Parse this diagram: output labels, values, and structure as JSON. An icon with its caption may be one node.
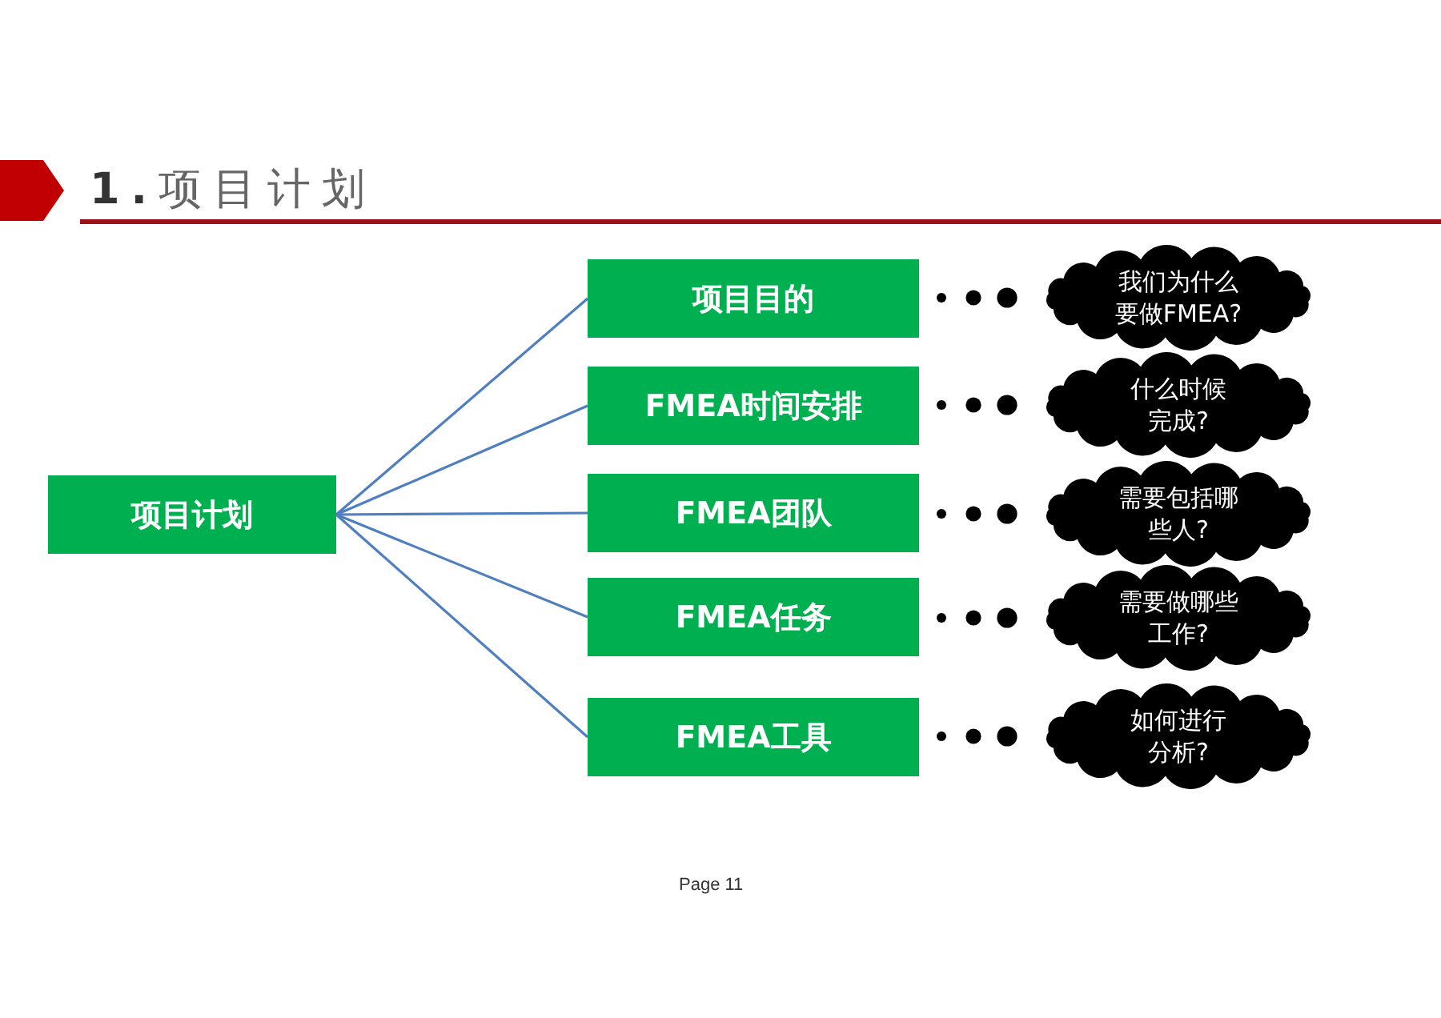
{
  "diagram": {
    "title": "**1.**项目计划",
    "nodes": [
      {
        "text": [
          "项目计划"
        ]
      },
      {
        "text": [
          "项目目的"
        ]
      },
      {
        "text": [
          "FMEA时间安排"
        ]
      },
      {
        "text": [
          "FMEA团队"
        ]
      },
      {
        "text": [
          "FMEA任务"
        ]
      },
      {
        "text": [
          "FMEA工具"
        ]
      },
      {
        "text": [
          "我们为什么要做FMEA?"
        ]
      },
      {
        "text": [
          "什么时候完成?"
        ]
      },
      {
        "text": [
          "需要包括哪些人?"
        ]
      },
      {
        "text": [
          "需要做哪些工作?"
        ]
      },
      {
        "text": [
          "如何进行分析?"
        ]
      }
    ],
    "edges": [
      {
        "from": 0,
        "to": 1,
        "arrow": "none"
      },
      {
        "from": 0,
        "to": 2,
        "arrow": "none"
      },
      {
        "from": 0,
        "to": 3,
        "arrow": "none"
      },
      {
        "from": 0,
        "to": 4,
        "arrow": "none"
      },
      {
        "from": 0,
        "to": 5,
        "arrow": "none"
      }
    ],
    "labels": [
      "Page 11"
    ]
  }
}
